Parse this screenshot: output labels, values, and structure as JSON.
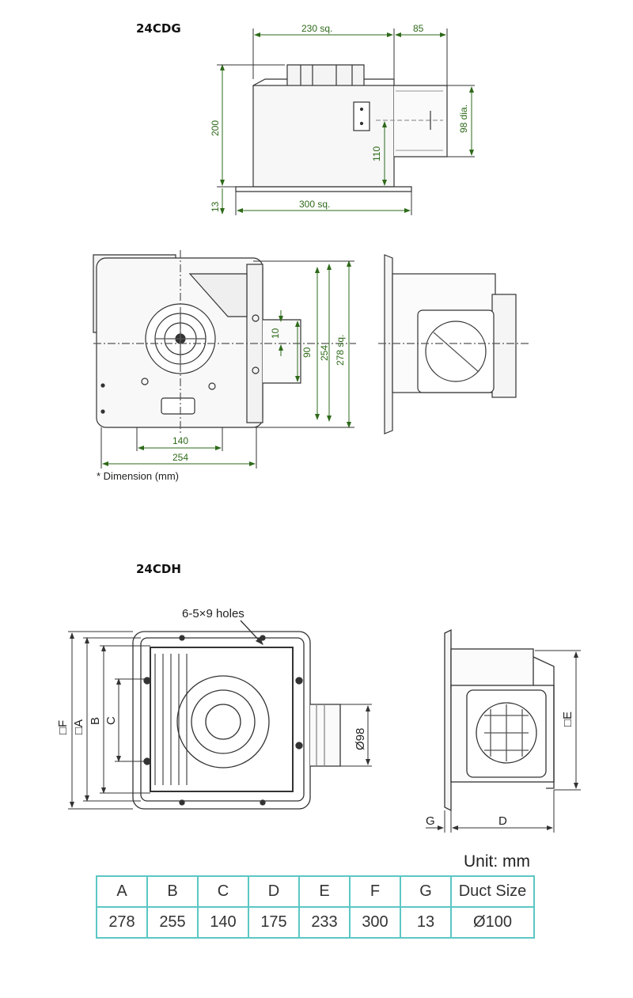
{
  "models": [
    {
      "title": "24CDG",
      "top_view_dims": {
        "width": "230 sq.",
        "duct_len": "85",
        "duct_dia": "98 dia.",
        "height": "200",
        "duct_center": "110",
        "panel_thick": "13",
        "panel": "300 sq."
      },
      "plan_view_dims": {
        "d10": "10",
        "d90": "90",
        "d254v": "254",
        "d278": "278 sq.",
        "d140": "140",
        "d254h": "254"
      },
      "note": "* Dimension (mm)"
    },
    {
      "title": "24CDH",
      "holes_label": "6-5×9 holes",
      "plan_dims": {
        "F": "□F",
        "A": "□A",
        "B": "B",
        "C": "C",
        "duct": "Ø98"
      },
      "side_dims": {
        "E": "□E",
        "G": "G",
        "D": "D"
      }
    }
  ],
  "unit_label": "Unit: mm",
  "table": {
    "headers": [
      "A",
      "B",
      "C",
      "D",
      "E",
      "F",
      "G",
      "Duct Size"
    ],
    "values": [
      "278",
      "255",
      "140",
      "175",
      "233",
      "300",
      "13",
      "Ø100"
    ]
  },
  "colors": {
    "dimension": "#2e6a1a",
    "drawing": "#333333",
    "table_border": "#5cc7c4"
  }
}
